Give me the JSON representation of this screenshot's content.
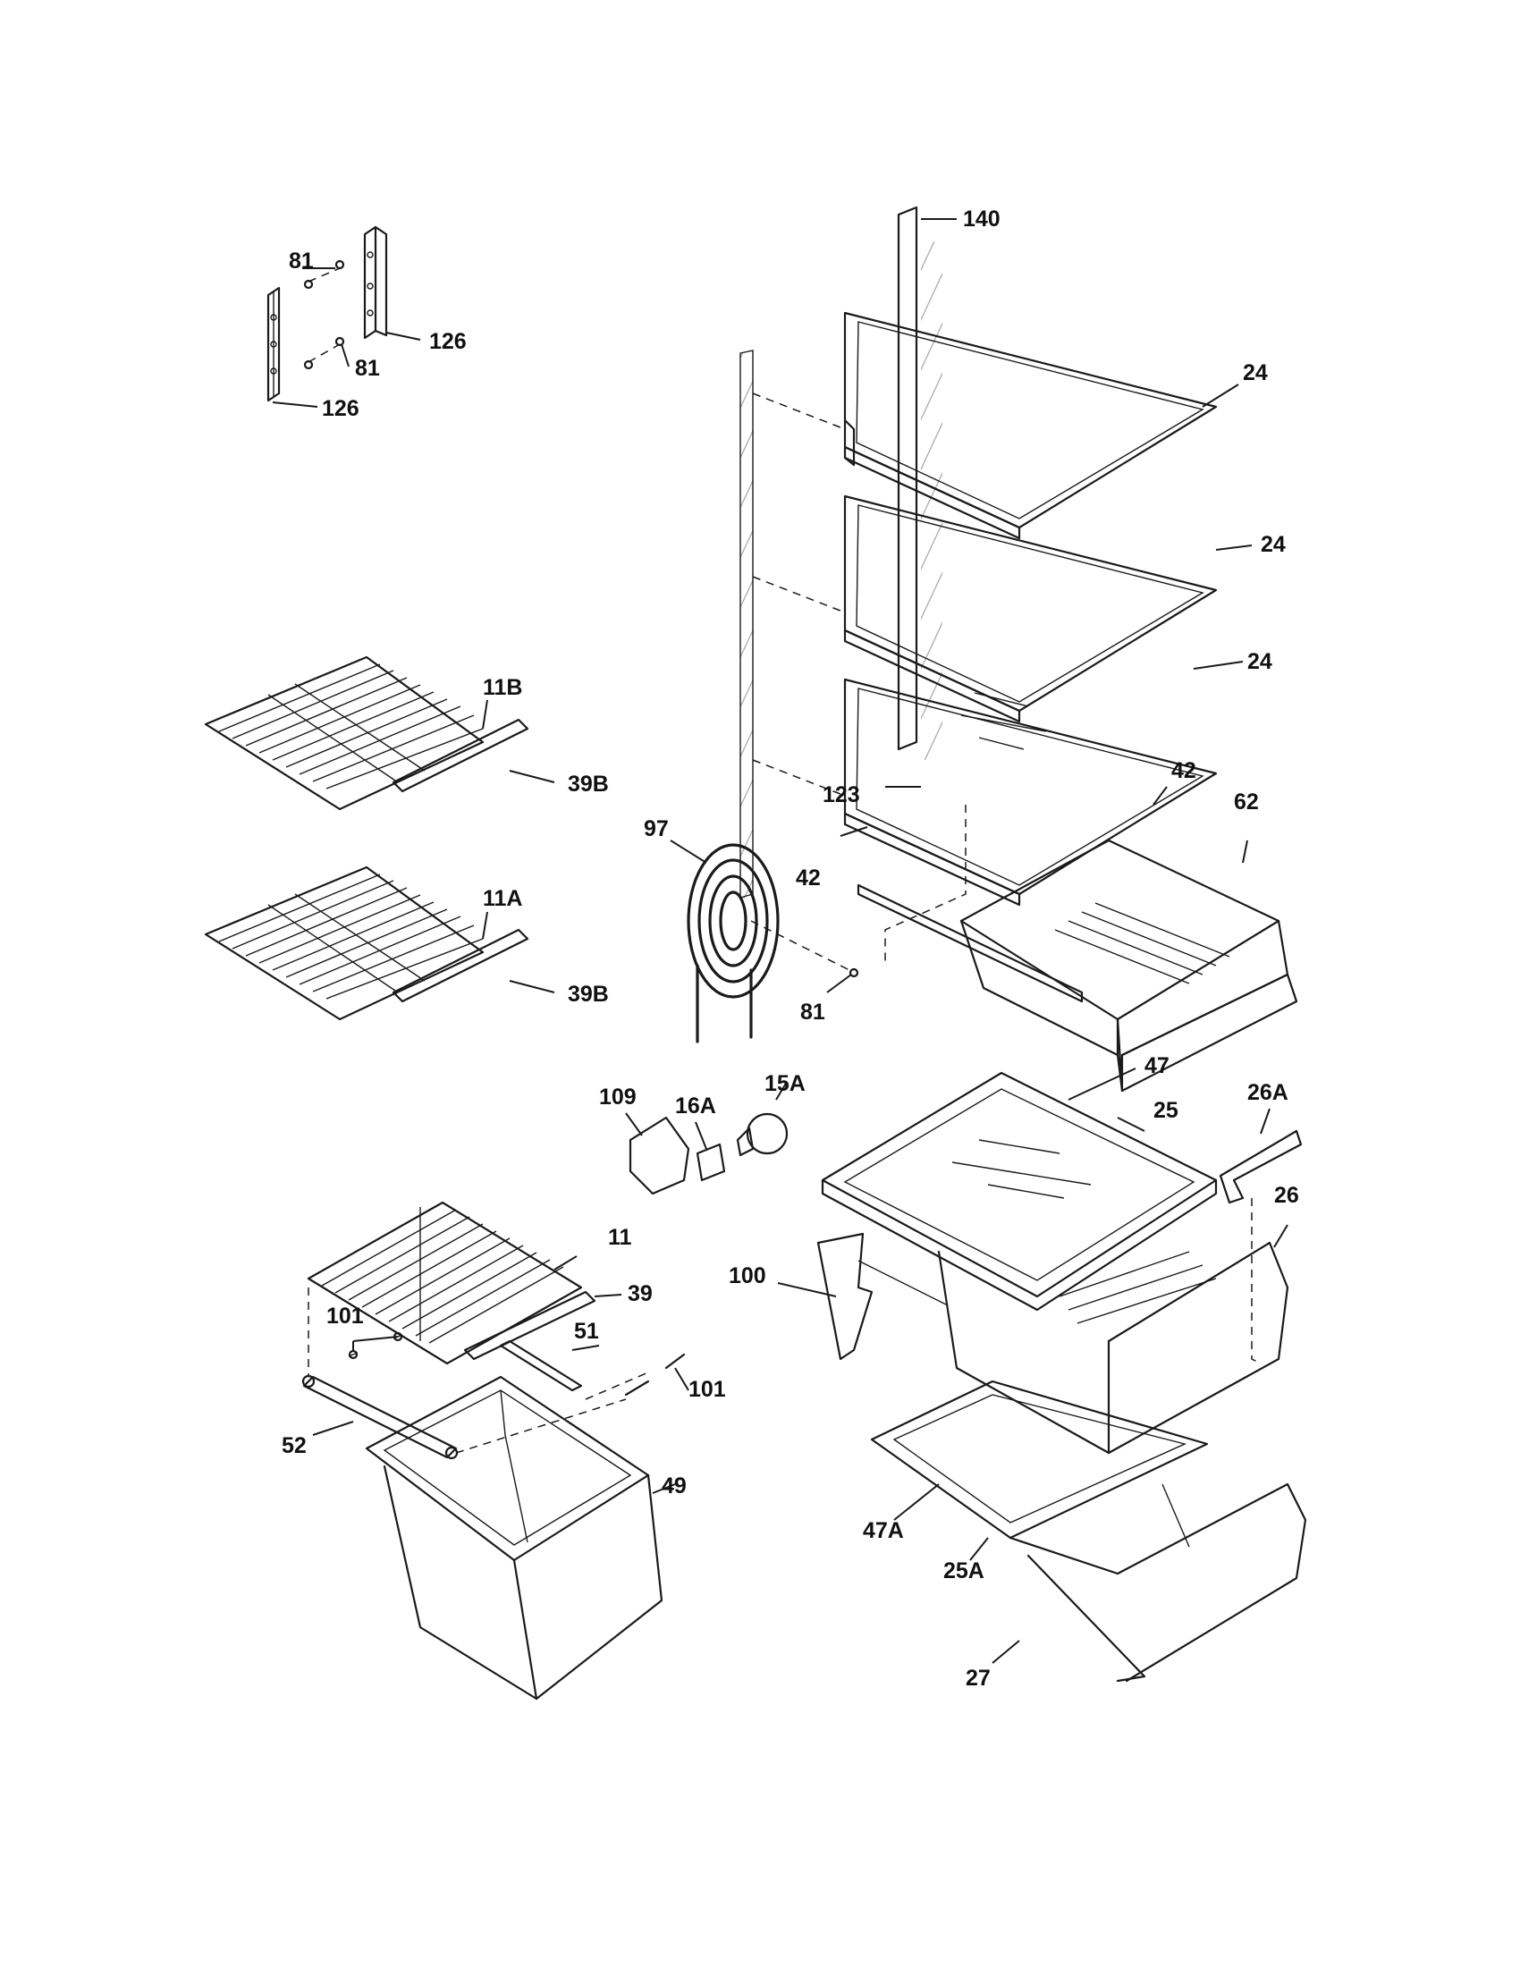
{
  "labels": {
    "p140": "140",
    "p81_a": "81",
    "p126_a": "126",
    "p81_b": "81",
    "p126_b": "126",
    "p24_a": "24",
    "p24_b": "24",
    "p24_c": "24",
    "p11B": "11B",
    "p39B_a": "39B",
    "p11A": "11A",
    "p39B_b": "39B",
    "p123": "123",
    "p42_a": "42",
    "p62": "62",
    "p97": "97",
    "p42_b": "42",
    "p81_c": "81",
    "p109": "109",
    "p16A": "16A",
    "p15A": "15A",
    "p47": "47",
    "p25": "25",
    "p26A": "26A",
    "p26": "26",
    "p11": "11",
    "p39": "39",
    "p100": "100",
    "p101_a": "101",
    "p51": "51",
    "p101_b": "101",
    "p52": "52",
    "p49": "49",
    "p47A": "47A",
    "p25A": "25A",
    "p27": "27"
  }
}
